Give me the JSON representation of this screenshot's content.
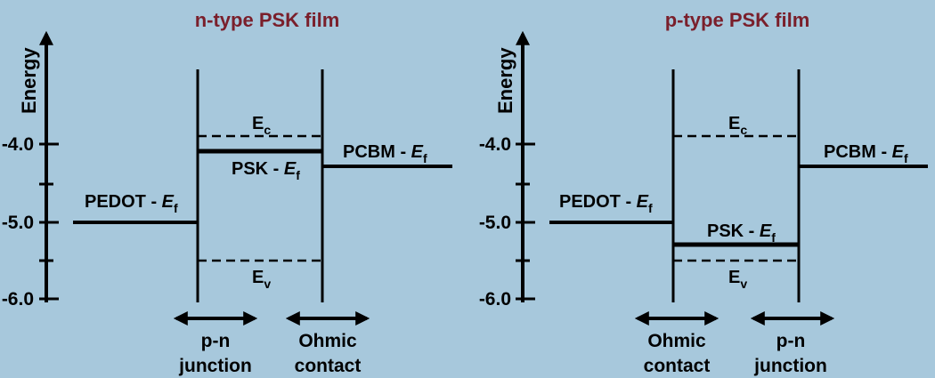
{
  "left_panel": {
    "title": "n-type PSK film",
    "axis_label": "Energy",
    "ticks": [
      "-4.0",
      "-5.0",
      "-6.0"
    ],
    "pedot": {
      "name": "PEDOT - ",
      "sym": "E",
      "sub": "f",
      "energy": -5.0
    },
    "psk": {
      "name": "PSK - ",
      "sym": "E",
      "sub": "f",
      "energy": -4.1
    },
    "pcbm": {
      "name": "PCBM - ",
      "sym": "E",
      "sub": "f",
      "energy": -4.3
    },
    "ec": {
      "sym": "E",
      "sub": "c",
      "energy": -3.9
    },
    "ev": {
      "sym": "E",
      "sub": "v",
      "energy": -5.5
    },
    "bottom_left": {
      "line1": "p-n",
      "line2": "junction"
    },
    "bottom_right": {
      "line1": "Ohmic",
      "line2": "contact"
    }
  },
  "right_panel": {
    "title": "p-type PSK film",
    "axis_label": "Energy",
    "ticks": [
      "-4.0",
      "-5.0",
      "-6.0"
    ],
    "pedot": {
      "name": "PEDOT - ",
      "sym": "E",
      "sub": "f",
      "energy": -5.0
    },
    "psk": {
      "name": "PSK - ",
      "sym": "E",
      "sub": "f",
      "energy": -5.3
    },
    "pcbm": {
      "name": "PCBM - ",
      "sym": "E",
      "sub": "f",
      "energy": -4.3
    },
    "ec": {
      "sym": "E",
      "sub": "c",
      "energy": -3.9
    },
    "ev": {
      "sym": "E",
      "sub": "v",
      "energy": -5.5
    },
    "bottom_left": {
      "line1": "Ohmic",
      "line2": "contact"
    },
    "bottom_right": {
      "line1": "p-n",
      "line2": "junction"
    }
  }
}
